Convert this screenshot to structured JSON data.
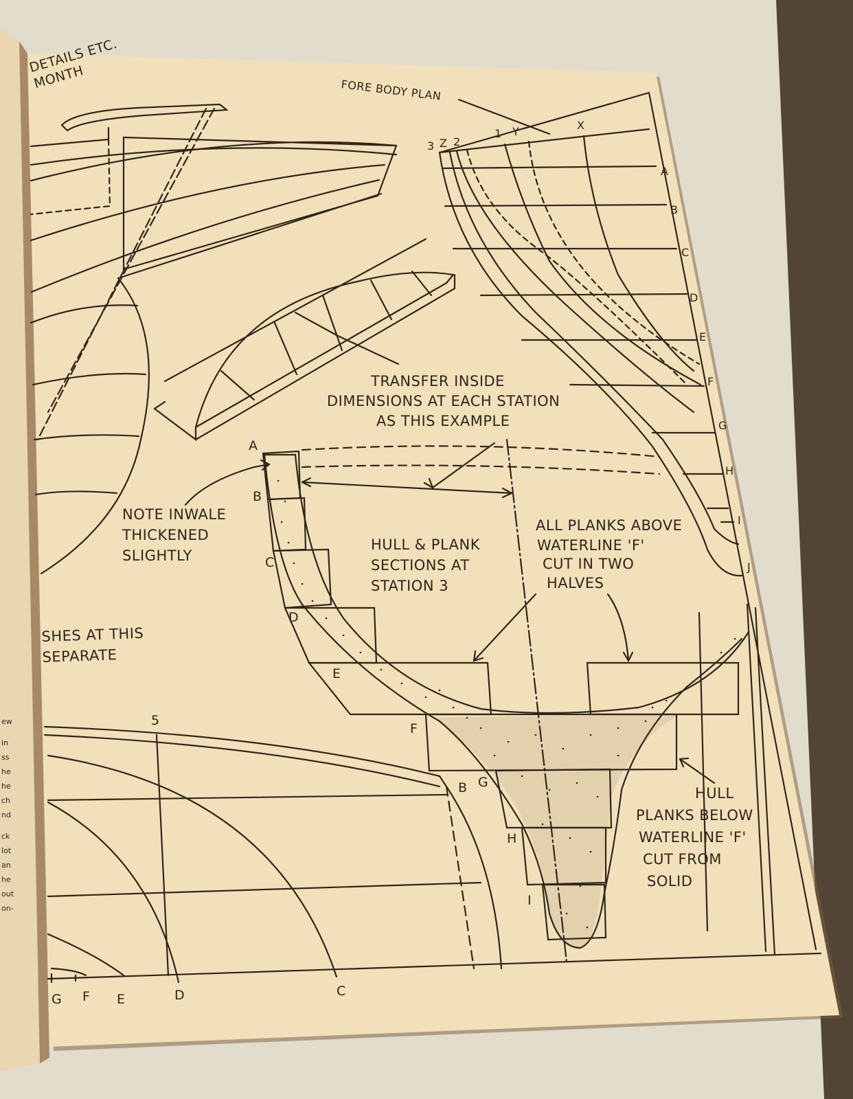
{
  "colors": {
    "paper": "#f2e0bb",
    "ink": "#2e2618",
    "desk": "#e2dccd",
    "shadow": "#3a2a1a"
  },
  "headers": {
    "details": [
      "DETAILS ETC.",
      "MONTH"
    ],
    "fore_body_plan": "FORE BODY PLAN"
  },
  "fore_body_plan": {
    "station_labels": [
      "3",
      "Z",
      "2",
      "1",
      "Y",
      "X"
    ],
    "waterlines": [
      "A",
      "B",
      "C",
      "D",
      "E",
      "F",
      "G",
      "H",
      "I",
      "J"
    ]
  },
  "notes": {
    "transfer": [
      "TRANSFER INSIDE",
      "DIMENSIONS AT EACH STATION",
      "AS THIS EXAMPLE"
    ],
    "inwale": [
      "NOTE INWALE",
      "THICKENED",
      "SLIGHTLY"
    ],
    "sections": [
      "HULL & PLANK",
      "SECTIONS AT",
      "STATION 3"
    ],
    "above": [
      "ALL PLANKS ABOVE",
      "WATERLINE 'F'",
      "CUT IN TWO",
      "HALVES"
    ],
    "below": [
      "HULL",
      "PLANKS BELOW",
      "WATERLINE 'F'",
      "CUT FROM",
      "SOLID"
    ],
    "left_partial": [
      "SHES AT THIS",
      "SEPARATE"
    ]
  },
  "section_labels": [
    "A",
    "B",
    "C",
    "D",
    "E",
    "F",
    "G",
    "H",
    "I"
  ],
  "lower_plan": {
    "station": "5",
    "corner_label": "B",
    "bottom_labels": [
      "G",
      "F",
      "E",
      "D",
      "C"
    ]
  },
  "left_page_edge": [
    "ew",
    "in",
    "ss",
    "he",
    "he",
    "ch",
    "nd",
    "ck",
    "lot",
    "an",
    "he",
    "out",
    "on-"
  ]
}
